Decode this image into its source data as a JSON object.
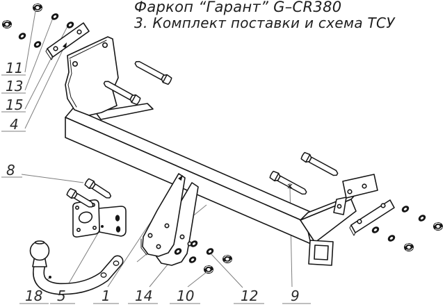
{
  "title": {
    "line1": "Фаркоп “Гарант” G–CR380",
    "line2": "3. Комплект поставки и схема ТСУ"
  },
  "callouts": {
    "c11": "11",
    "c13": "13",
    "c15": "15",
    "c4": "4",
    "c8": "8",
    "c18": "18",
    "c5": "5",
    "c1": "1",
    "c14": "14",
    "c10": "10",
    "c12": "12",
    "c9": "9"
  },
  "colors": {
    "background": "#ffffff",
    "outline": "#161616",
    "leader": "#7d7d7d",
    "text": "#1e1e1e"
  }
}
